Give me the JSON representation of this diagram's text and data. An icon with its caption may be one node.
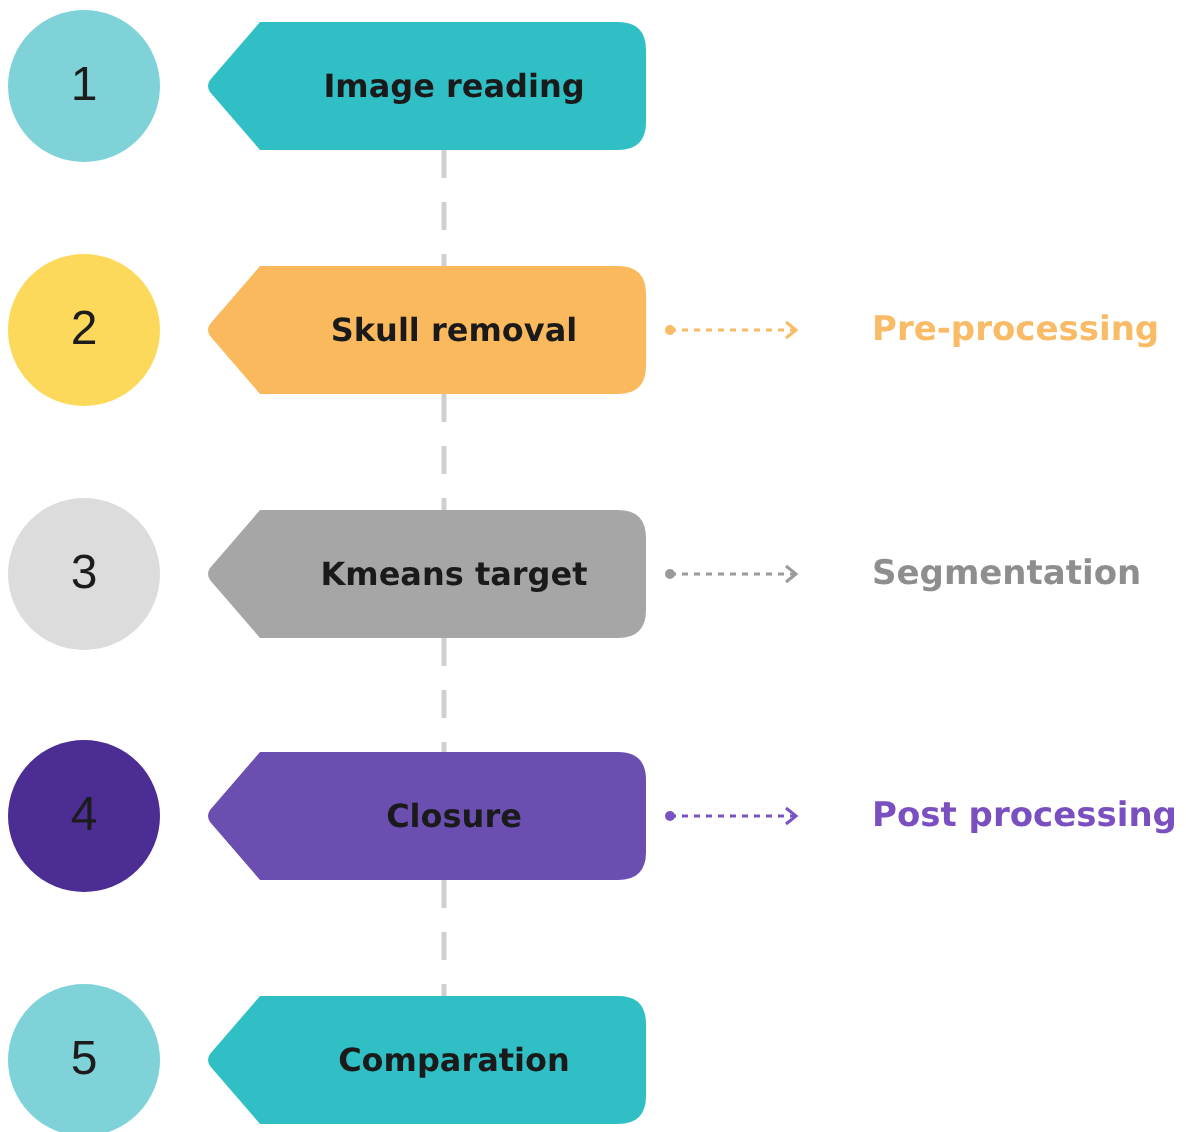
{
  "diagram": {
    "nodes": [
      {
        "text": [
          "1"
        ]
      },
      {
        "text": [
          "Image reading"
        ]
      },
      {
        "text": [
          "2"
        ]
      },
      {
        "text": [
          "Skull removal"
        ]
      },
      {
        "text": [
          "Pre-processing"
        ]
      },
      {
        "text": [
          "3"
        ]
      },
      {
        "text": [
          "Kmeans target"
        ]
      },
      {
        "text": [
          "Segmentation"
        ]
      },
      {
        "text": [
          "4"
        ]
      },
      {
        "text": [
          "Closure"
        ]
      },
      {
        "text": [
          "Post processing"
        ]
      },
      {
        "text": [
          "5"
        ]
      },
      {
        "text": [
          "Comparation"
        ]
      }
    ],
    "edges": [
      {
        "from": 1,
        "to": 3,
        "arrow": "none",
        "style": "dashed"
      },
      {
        "from": 3,
        "to": 6,
        "arrow": "none",
        "style": "dashed"
      },
      {
        "from": 6,
        "to": 9,
        "arrow": "none",
        "style": "dashed"
      },
      {
        "from": 9,
        "to": 12,
        "arrow": "none",
        "style": "dashed"
      },
      {
        "from": 3,
        "to": 4,
        "arrow": "to",
        "style": "dashed",
        "color": "#f9bb66"
      },
      {
        "from": 6,
        "to": 7,
        "arrow": "to",
        "style": "dashed",
        "color": "#9a9a9a"
      },
      {
        "from": 9,
        "to": 10,
        "arrow": "to",
        "style": "dashed",
        "color": "#7a52c4"
      }
    ]
  }
}
